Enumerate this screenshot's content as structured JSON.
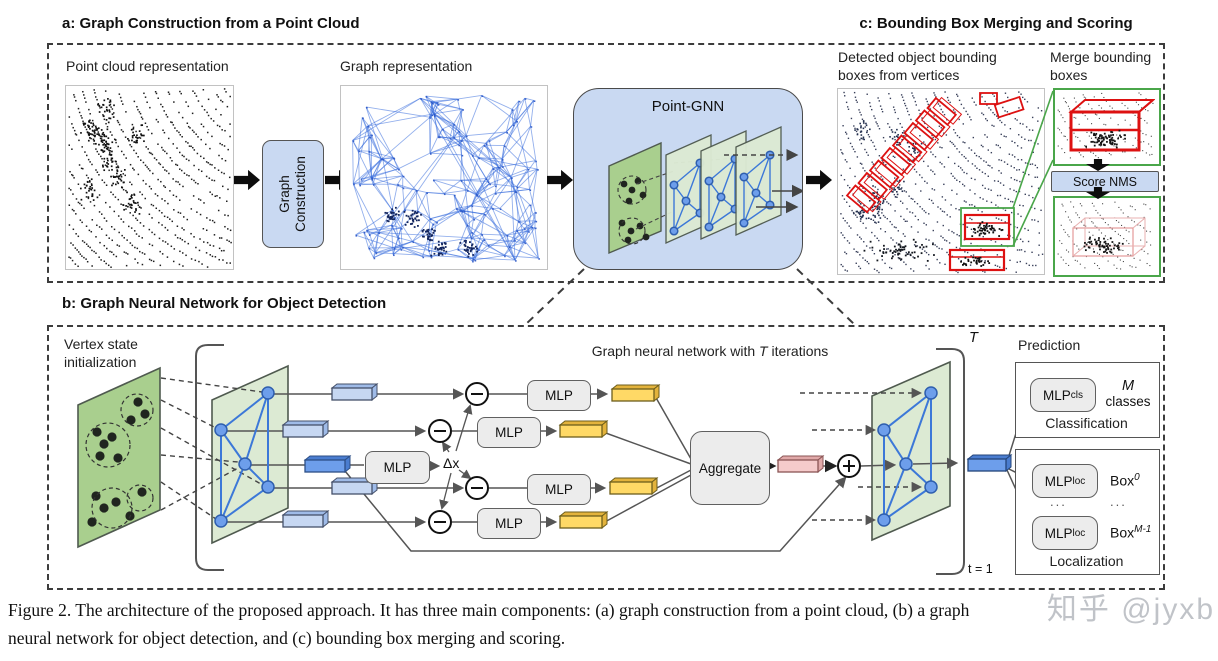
{
  "panel_a": {
    "title": "a: Graph Construction from a Point Cloud",
    "point_cloud_label": "Point cloud representation",
    "graph_label": "Graph representation",
    "graph_construction": "Graph Construction"
  },
  "point_gnn": {
    "title": "Point-GNN"
  },
  "panel_c": {
    "title": "c: Bounding Box Merging and Scoring",
    "detected_label": "Detected object bounding boxes from vertices",
    "merge_label": "Merge bounding boxes",
    "score_nms": "Score NMS"
  },
  "panel_b": {
    "title": "b: Graph Neural Network for Object Detection",
    "vertex_init": "Vertex state initialization",
    "gnn_iter_prefix": "Graph neural network with ",
    "gnn_iter_T": "T",
    "gnn_iter_suffix": " iterations",
    "mlp_label": "MLP",
    "delta_x": "Δx",
    "aggregate": "Aggregate",
    "bracket_T": "T",
    "t_label": "t = 1",
    "prediction": "Prediction",
    "cls_sub": "cls",
    "loc_sub": "loc",
    "m_italic": "M",
    "classes_word": "classes",
    "classification": "Classification",
    "box_label": "Box",
    "box0_sup": "0",
    "boxm1_sup": "M-1",
    "dots": "...",
    "localization": "Localization"
  },
  "caption": {
    "line1": "Figure 2. The architecture of the proposed approach. It has three main components: (a) graph construction from a point cloud, (b) a graph",
    "line2": "neural network for object detection, and (c) bounding box merging and scoring."
  },
  "watermark": "知乎 @jyxb",
  "colors": {
    "panel_blue": "#c9d9f2",
    "green_dark": "#a9cf8e",
    "green_light": "#dcead3",
    "node_blue": "#6d9eeb",
    "edge_blue": "#3c78d8",
    "bar_yellow": "#ffd966",
    "bar_pink": "#f5cbcb",
    "red_box": "#dd1111",
    "green_frame": "#4aa64a",
    "mesh_blue": "#3b6fdd"
  }
}
